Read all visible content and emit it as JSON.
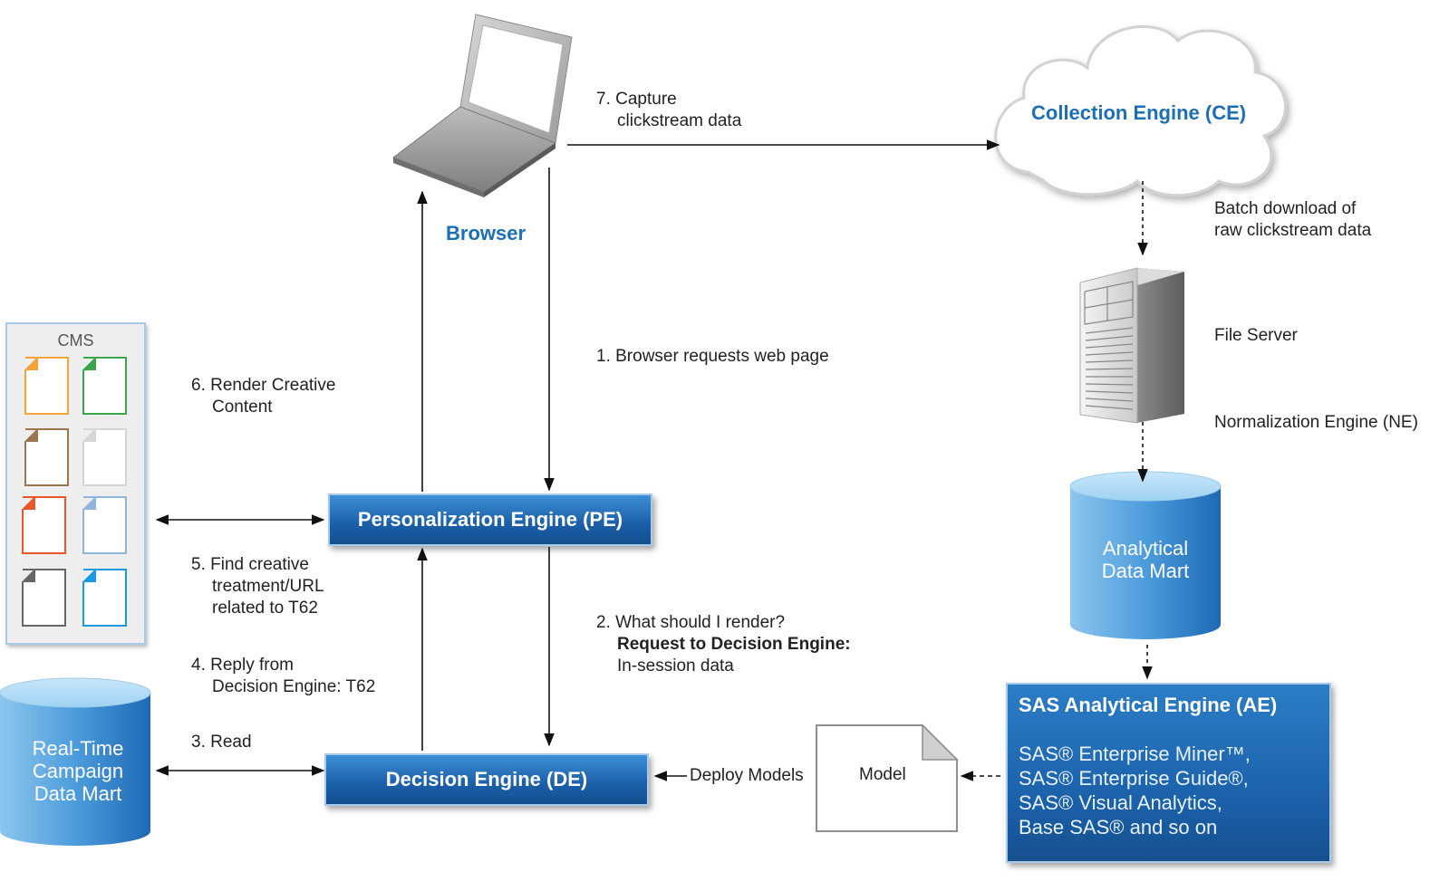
{
  "browser": {
    "label": "Browser"
  },
  "collection_engine": {
    "label": "Collection Engine (CE)"
  },
  "personalization_engine": {
    "label": "Personalization Engine (PE)"
  },
  "decision_engine": {
    "label": "Decision Engine (DE)"
  },
  "cms": {
    "title": "CMS"
  },
  "file_server": {
    "label": "File Server"
  },
  "normalization_engine": {
    "label": "Normalization Engine (NE)"
  },
  "analytical_data_mart": {
    "line1": "Analytical",
    "line2": "Data Mart"
  },
  "realtime_data_mart": {
    "line1": "Real-Time",
    "line2": "Campaign",
    "line3": "Data Mart"
  },
  "model": {
    "label": "Model"
  },
  "analytical_engine": {
    "title": "SAS Analytical Engine (AE)",
    "line1": "SAS® Enterprise Miner™,",
    "line2": "SAS® Enterprise Guide®,",
    "line3": "SAS® Visual Analytics,",
    "line4": "Base SAS® and so on"
  },
  "steps": {
    "s1": "1. Browser requests web page",
    "s2_line1": "2. What should I render?",
    "s2_line2": "Request to Decision Engine:",
    "s2_line3": "In-session data",
    "s3": "3. Read",
    "s4_line1": "4. Reply from",
    "s4_line2": "Decision Engine: T62",
    "s5_line1": "5. Find creative",
    "s5_line2": "treatment/URL",
    "s5_line3": "related to T62",
    "s6_line1": "6. Render Creative",
    "s6_line2": "Content",
    "s7_line1": "7. Capture",
    "s7_line2": "clickstream data"
  },
  "batch_download": {
    "line1": "Batch download of",
    "line2": "raw clickstream data"
  },
  "deploy_models": {
    "label": "Deploy Models"
  },
  "colors": {
    "accent": "#1a6fb5",
    "box": "#1a5fa8"
  }
}
